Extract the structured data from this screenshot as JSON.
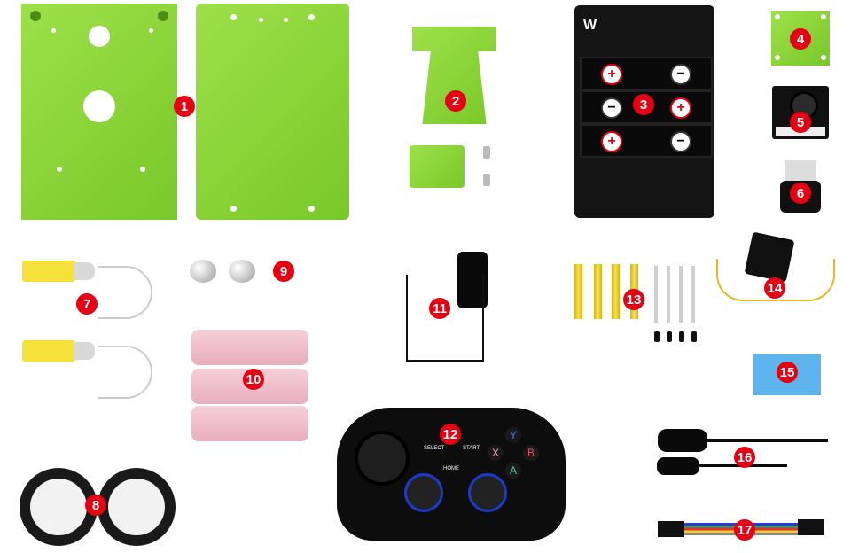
{
  "scene": {
    "description": "Robot car kit contents photo with numbered component callouts",
    "background": "#ffffff",
    "badge_color": "#e60012"
  },
  "components": [
    {
      "id": "1",
      "label": "1",
      "item": "aluminum-alloy-chassis-plates"
    },
    {
      "id": "2",
      "label": "2",
      "item": "camera-bracket"
    },
    {
      "id": "3",
      "label": "3",
      "item": "battery-expansion-board"
    },
    {
      "id": "4",
      "label": "4",
      "item": "camera-mount-plate"
    },
    {
      "id": "5",
      "label": "5",
      "item": "camera-module"
    },
    {
      "id": "6",
      "label": "6",
      "item": "usb-wifi-adapter"
    },
    {
      "id": "7",
      "label": "7",
      "item": "dc-gear-motors"
    },
    {
      "id": "8",
      "label": "8",
      "item": "wheels"
    },
    {
      "id": "9",
      "label": "9",
      "item": "ball-casters"
    },
    {
      "id": "10",
      "label": "10",
      "item": "18650-batteries"
    },
    {
      "id": "11",
      "label": "11",
      "item": "power-adapter"
    },
    {
      "id": "12",
      "label": "12",
      "item": "wireless-gamepad"
    },
    {
      "id": "13",
      "label": "13",
      "item": "standoffs-and-screws-pack"
    },
    {
      "id": "14",
      "label": "14",
      "item": "cooling-fan"
    },
    {
      "id": "15",
      "label": "15",
      "item": "thermal-pad"
    },
    {
      "id": "16",
      "label": "16",
      "item": "screwdrivers"
    },
    {
      "id": "17",
      "label": "17",
      "item": "jumper-cable"
    }
  ],
  "gamepad": {
    "select_label": "SELECT",
    "start_label": "START",
    "home_label": "HOME",
    "buttons": [
      "Y",
      "X",
      "B",
      "A"
    ]
  },
  "board": {
    "brand_mark": "W",
    "polarity": [
      "+",
      "−",
      "−",
      "+",
      "+",
      "−"
    ]
  }
}
